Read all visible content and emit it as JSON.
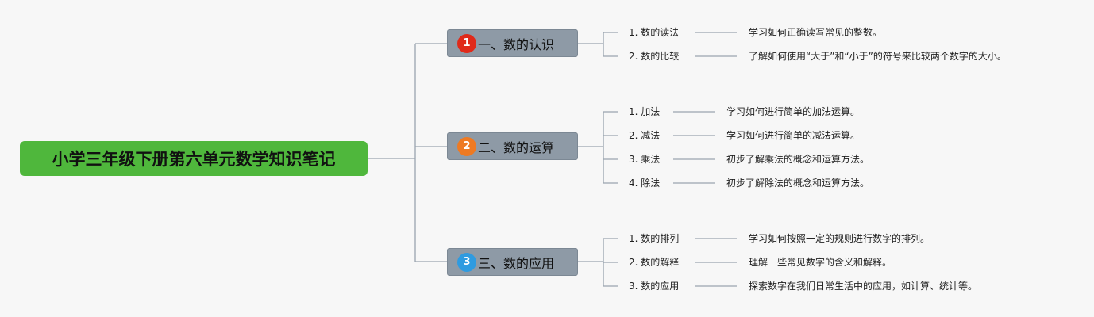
{
  "root": {
    "title": "小学三年级下册第六单元数学知识笔记"
  },
  "colors": {
    "root": "#4fb73c",
    "branch": "#8e9aa6",
    "connector": "#9aa4ae",
    "badge1": "#e02a1a",
    "badge2": "#ee7a23",
    "badge3": "#2f9be0"
  },
  "branches": [
    {
      "num": "1",
      "title": "一、数的认识",
      "items": [
        {
          "label": "1. 数的读法",
          "desc": "学习如何正确读写常见的整数。"
        },
        {
          "label": "2. 数的比较",
          "desc": "了解如何使用“大于”和“小于”的符号来比较两个数字的大小。"
        }
      ]
    },
    {
      "num": "2",
      "title": "二、数的运算",
      "items": [
        {
          "label": "1. 加法",
          "desc": "学习如何进行简单的加法运算。"
        },
        {
          "label": "2. 减法",
          "desc": "学习如何进行简单的减法运算。"
        },
        {
          "label": "3. 乘法",
          "desc": "初步了解乘法的概念和运算方法。"
        },
        {
          "label": "4. 除法",
          "desc": "初步了解除法的概念和运算方法。"
        }
      ]
    },
    {
      "num": "3",
      "title": "三、数的应用",
      "items": [
        {
          "label": "1. 数的排列",
          "desc": "学习如何按照一定的规则进行数字的排列。"
        },
        {
          "label": "2. 数的解释",
          "desc": "理解一些常见数字的含义和解释。"
        },
        {
          "label": "3. 数的应用",
          "desc": "探索数字在我们日常生活中的应用，如计算、统计等。"
        }
      ]
    }
  ]
}
